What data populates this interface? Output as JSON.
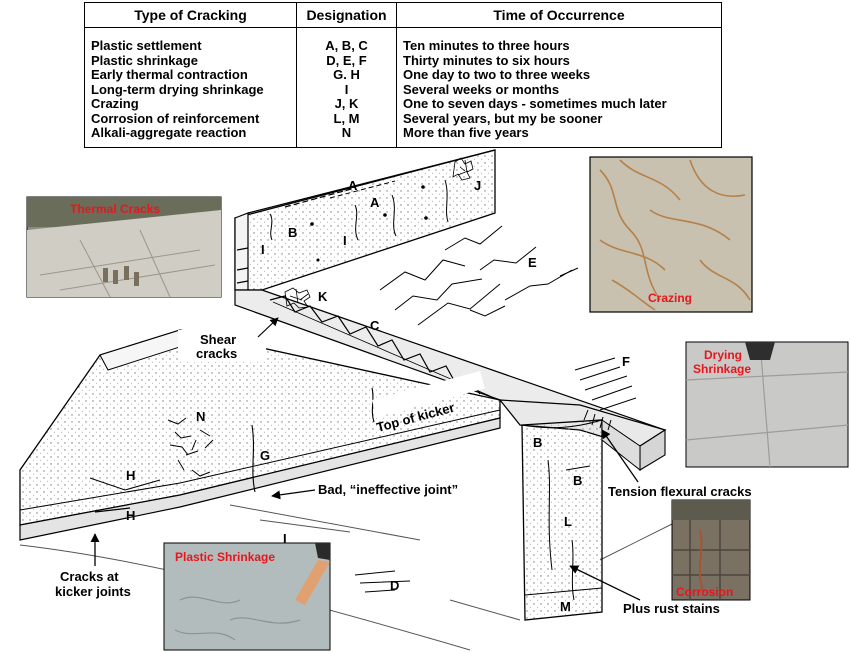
{
  "table": {
    "headers": [
      "Type of Cracking",
      "Designation",
      "Time of Occurrence"
    ],
    "rows": [
      {
        "type": "Plastic settlement",
        "designation": "A, B, C",
        "time": "Ten minutes to three hours"
      },
      {
        "type": "Plastic shrinkage",
        "designation": "D, E, F",
        "time": "Thirty minutes to six hours"
      },
      {
        "type": "Early thermal contraction",
        "designation": "G. H",
        "time": "One day to two to three weeks"
      },
      {
        "type": "Long-term drying shrinkage",
        "designation": "I",
        "time": "Several weeks or months"
      },
      {
        "type": "Crazing",
        "designation": "J, K",
        "time": "One to seven days - sometimes much later"
      },
      {
        "type": "Corrosion of reinforcement",
        "designation": "L, M",
        "time": "Several years, but my be sooner"
      },
      {
        "type": "Alkali-aggregate reaction",
        "designation": "N",
        "time": "More than five years"
      }
    ]
  },
  "letters": {
    "A1": "A",
    "A2": "A",
    "B1": "B",
    "I1": "I",
    "I2": "I",
    "J": "J",
    "K": "K",
    "C": "C",
    "E": "E",
    "F": "F",
    "N": "N",
    "G": "G",
    "H1": "H",
    "H2": "H",
    "I3": "I",
    "D": "D",
    "B2": "B",
    "B3": "B",
    "L": "L",
    "M": "M"
  },
  "callouts": {
    "shear": [
      "Shear",
      "cracks"
    ],
    "top_of_kicker": "Top of kicker",
    "bad_joint": "Bad, “ineffective joint”",
    "tension": "Tension flexural cracks",
    "kicker_joints": [
      "Cracks at",
      "kicker joints"
    ],
    "rust": "Plus rust stains"
  },
  "photos": {
    "thermal": "Thermal Cracks",
    "crazing": "Crazing",
    "drying": [
      "Drying",
      "Shrinkage"
    ],
    "plastic": "Plastic Shrinkage",
    "corrosion": "Corrosion"
  },
  "colors": {
    "label_red": "#e8161b",
    "line": "#000000"
  }
}
